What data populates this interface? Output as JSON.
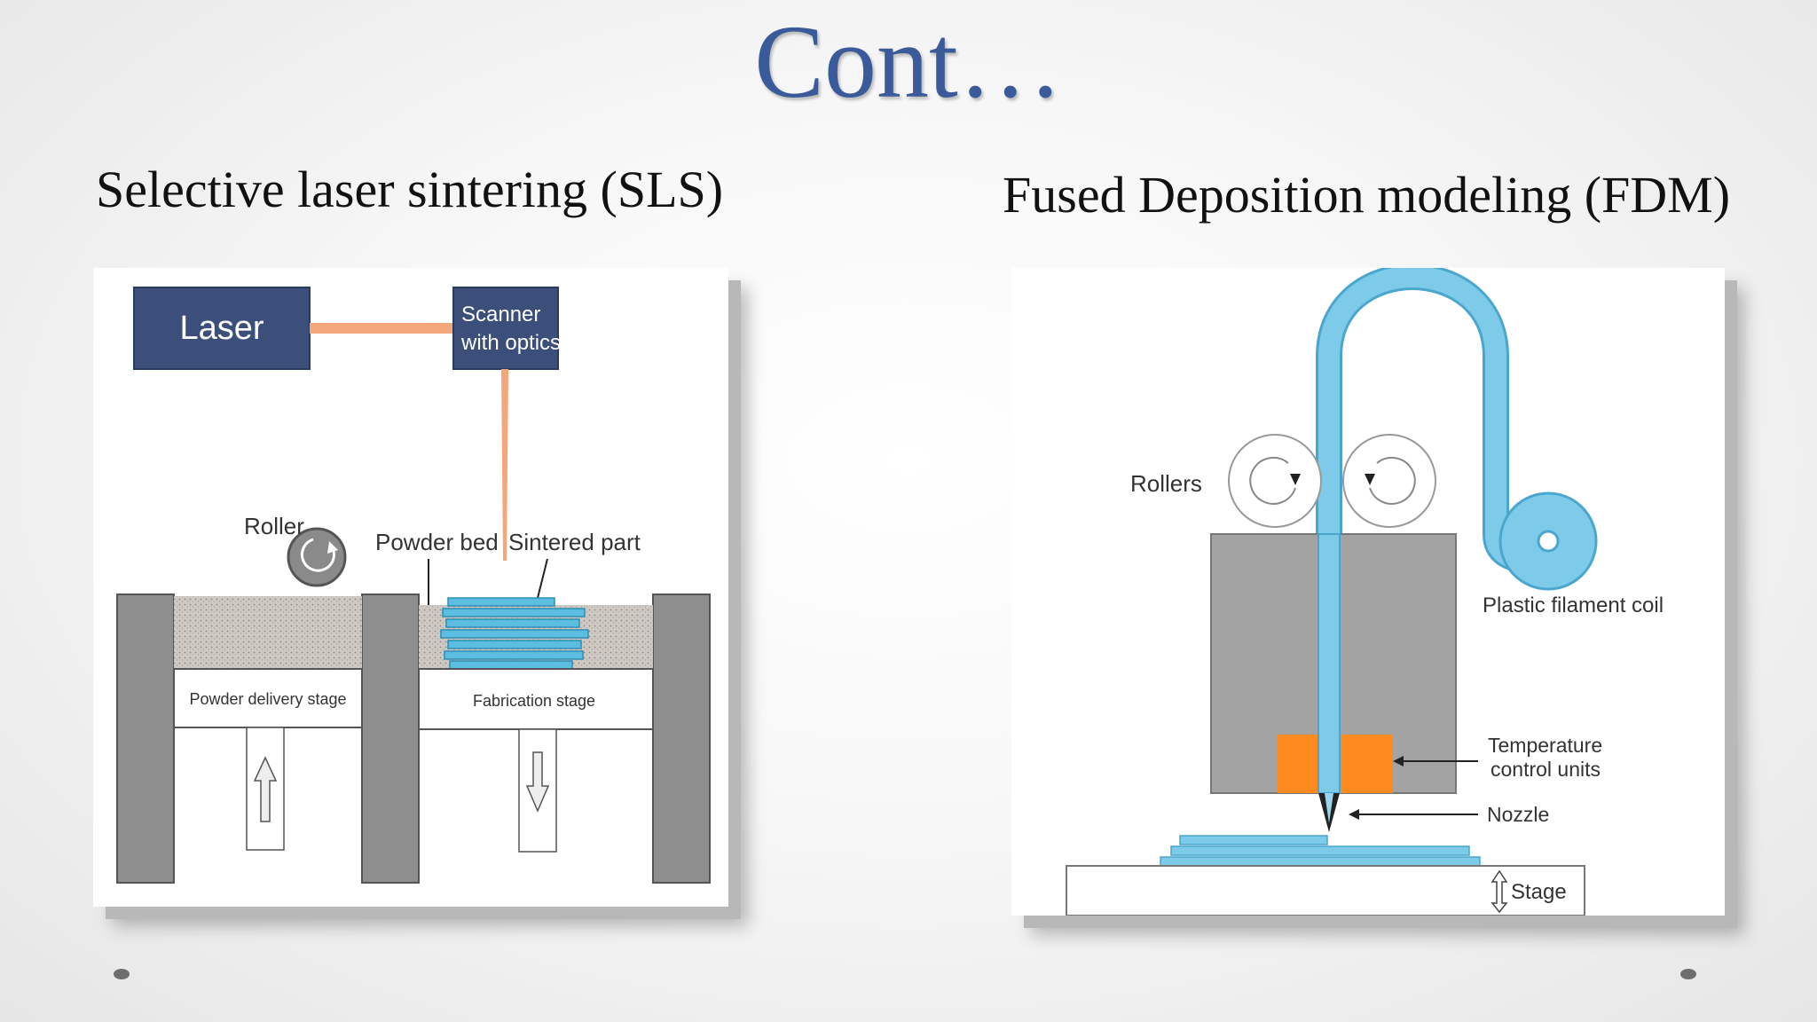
{
  "slide": {
    "title": "Cont…",
    "left_heading": "Selective laser sintering (SLS)",
    "right_heading": "Fused Deposition modeling (FDM)"
  },
  "sls_diagram": {
    "laser_label": "Laser",
    "scanner_label_line1": "Scanner",
    "scanner_label_line2": "with optics",
    "roller_label": "Roller",
    "powder_bed_label": "Powder bed",
    "sintered_part_label": "Sintered part",
    "powder_delivery_label": "Powder delivery stage",
    "fabrication_label": "Fabrication stage",
    "colors": {
      "box": "#3b4f7a",
      "beam": "#f4a77a",
      "wall": "#8f8f8f",
      "part": "#5bbde0",
      "powder": "#cbc5bf"
    }
  },
  "fdm_diagram": {
    "rollers_label": "Rollers",
    "coil_label": "Plastic filament coil",
    "temp_label_line1": "Temperature",
    "temp_label_line2": "control units",
    "nozzle_label": "Nozzle",
    "stage_label": "Stage",
    "colors": {
      "filament": "#7dcbe8",
      "filament_edge": "#4aa6cc",
      "block": "#a3a3a3",
      "heater": "#ff8a1f"
    }
  }
}
